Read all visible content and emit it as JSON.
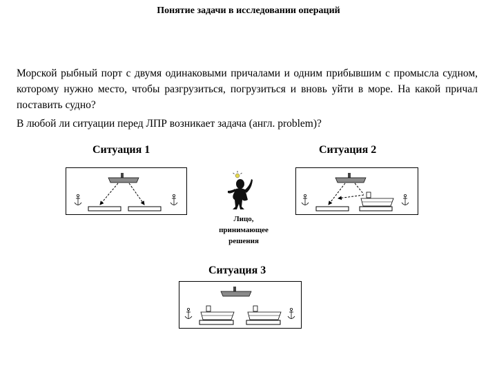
{
  "header": {
    "title": "Понятие задачи в исследовании операций"
  },
  "body": {
    "paragraph": "Морской рыбный порт с двумя одинаковыми причалами и одним прибывшим с промысла судном, которому нужно место, чтобы разгрузиться, погрузиться и вновь уйти в море. На какой причал поставить судно?",
    "question": "В любой ли ситуации перед ЛПР возникает задача (англ. problem)?"
  },
  "situations": {
    "s1": "Ситуация 1",
    "s2": "Ситуация 2",
    "s3": "Ситуация 3"
  },
  "decision_maker": {
    "label_lines": [
      "Лицо,",
      "принимающее",
      "решения"
    ]
  }
}
